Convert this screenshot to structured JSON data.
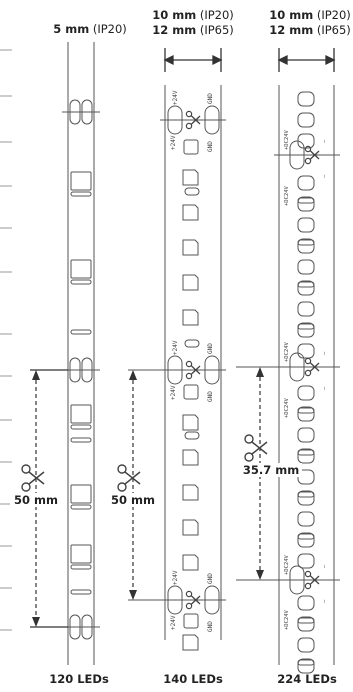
{
  "headers": {
    "strip1": {
      "line1_bold": "5 mm",
      "line1_rest": " (IP20)"
    },
    "strip2": {
      "line1_bold": "10 mm",
      "line1_rest": " (IP20)",
      "line2_bold": "12 mm",
      "line2_rest": " (IP65)"
    },
    "strip3": {
      "line1_bold": "10 mm",
      "line1_rest": " (IP20)",
      "line2_bold": "12 mm",
      "line2_rest": " (IP65)"
    }
  },
  "pad_labels": {
    "plus24v": "+24V",
    "gnd": "GND",
    "plusdc24v": "+DC24V",
    "minus": "–"
  },
  "cut_labels": {
    "strip1": "50 mm",
    "strip2": "50 mm",
    "strip3": "35.7 mm"
  },
  "footers": {
    "strip1": "120 LEDs",
    "strip2": "140 LEDs",
    "strip3": "224 LEDs"
  },
  "icons": [
    "scissors-icon",
    "width-arrow-icon",
    "dimension-arrow-icon"
  ],
  "colors": {
    "line": "#555555",
    "text": "#222222",
    "background": "#ffffff"
  }
}
